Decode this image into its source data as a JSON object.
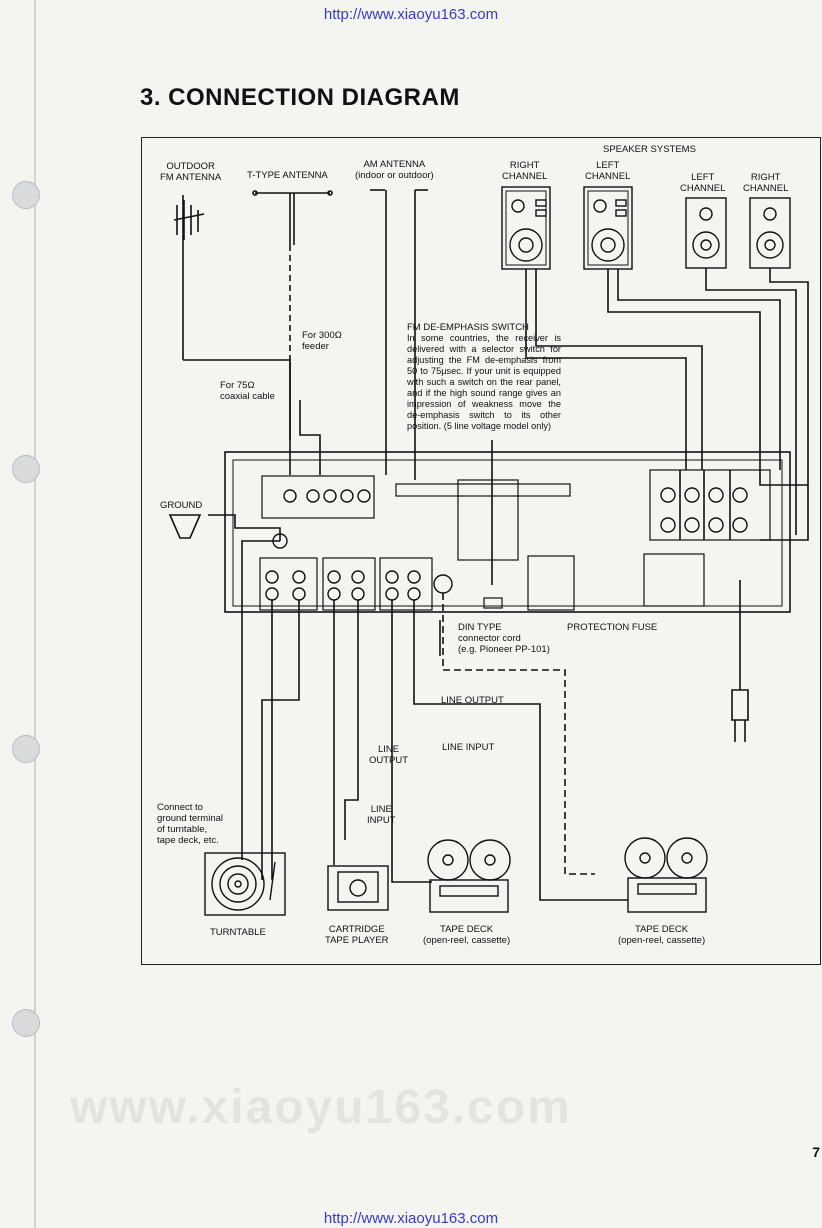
{
  "url": "http://www.xiaoyu163.com",
  "watermark": "www.xiaoyu163.com",
  "title": "3. CONNECTION  DIAGRAM",
  "page_number": "7",
  "labels": {
    "fm_antenna": "OUTDOOR\nFM ANTENNA",
    "t_antenna": "T-TYPE ANTENNA",
    "am_antenna": "AM ANTENNA\n(indoor or outdoor)",
    "speaker_systems": "SPEAKER SYSTEMS",
    "right_channel_1": "RIGHT\nCHANNEL",
    "left_channel_1": "LEFT\nCHANNEL",
    "left_channel_2": "LEFT\nCHANNEL",
    "right_channel_2": "RIGHT\nCHANNEL",
    "feeder_300": "For 300Ω\nfeeder",
    "coax_75": "For 75Ω\ncoaxial cable",
    "ground": "GROUND",
    "din_cord": "DIN TYPE\nconnector cord\n(e.g. Pioneer PP-101)",
    "protection_fuse": "PROTECTION FUSE",
    "line_output_1": "LINE OUTPUT",
    "line_input_1": "LINE INPUT",
    "line_output_2": "LINE\nOUTPUT",
    "line_input_2": "LINE\nINPUT",
    "connect_ground": "Connect to\nground terminal\nof turntable,\ntape deck, etc.",
    "turntable": "TURNTABLE",
    "cartridge": "CARTRIDGE\nTAPE PLAYER",
    "tape_deck_1": "TAPE DECK\n(open-reel, cassette)",
    "tape_deck_2": "TAPE DECK\n(open-reel, cassette)"
  },
  "fm_note": {
    "heading": "FM DE-EMPHASIS SWITCH",
    "body": "In some countries, the receiver is delivered with a selector switch for adjusting the FM de-emphasis from 50 to 75μsec. If your unit is equipped with such a switch on the rear panel, and if the high sound range gives an impression of weakness move the de-emphasis switch to its other position. (5 line voltage model only)"
  }
}
